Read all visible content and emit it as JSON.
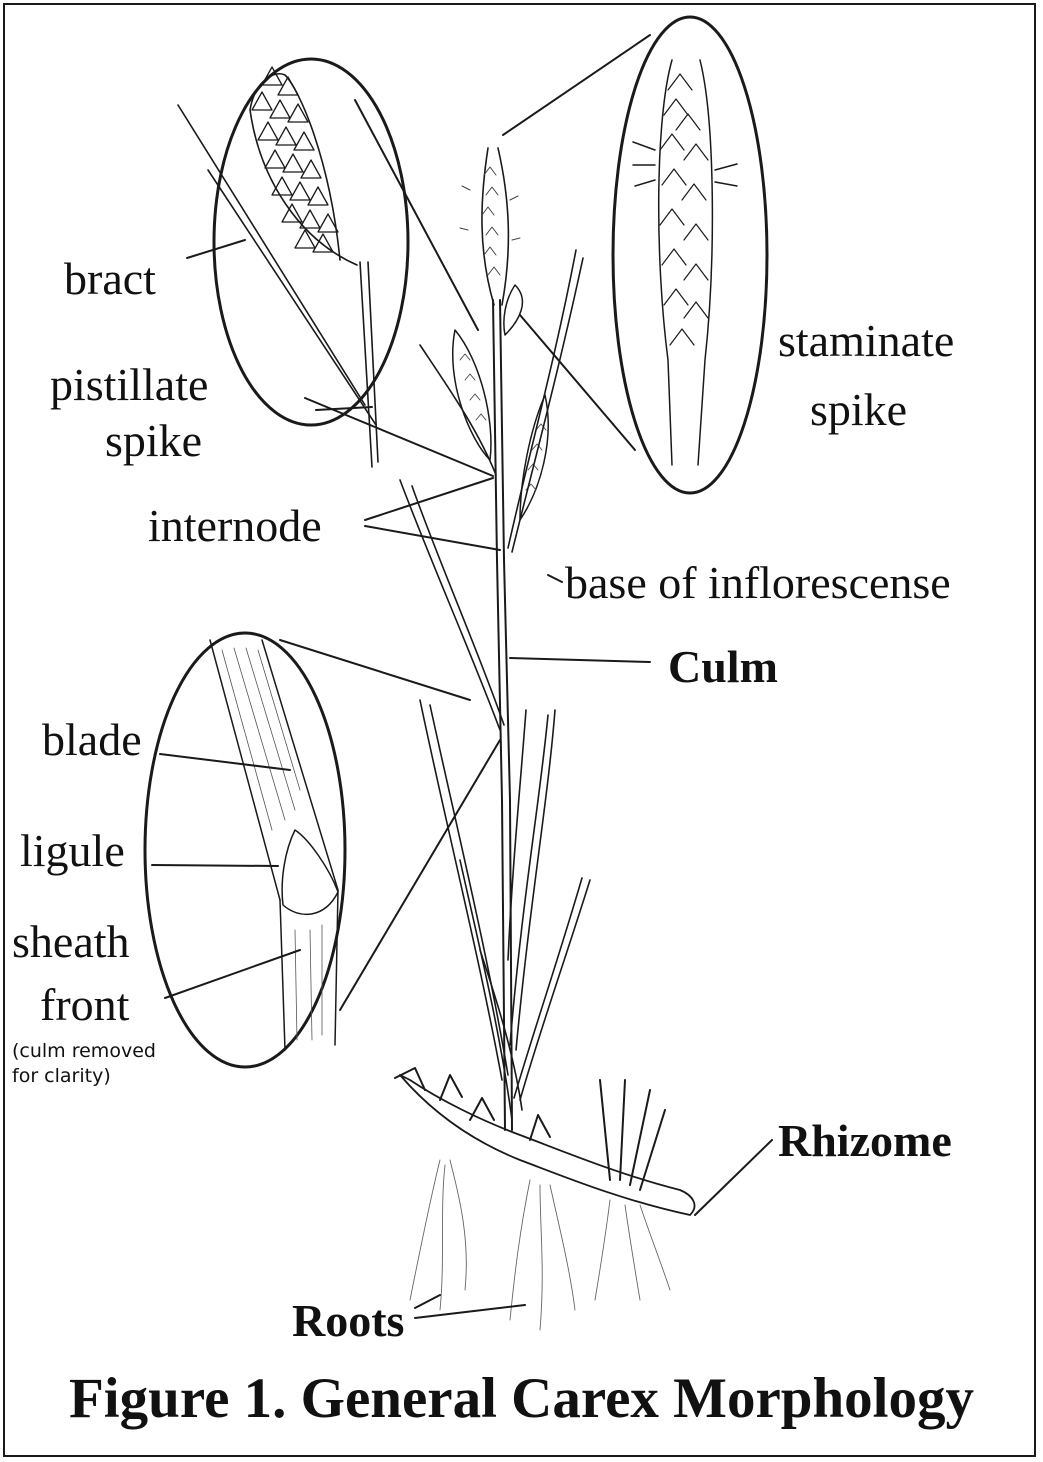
{
  "figure": {
    "title": "Figure 1. General Carex Morphology",
    "labels": {
      "bract": "bract",
      "pistillate_spike": [
        "pistillate",
        "spike"
      ],
      "staminate_spike": [
        "staminate",
        "spike"
      ],
      "internode": "internode",
      "base_of_inflorescense": "base of inflorescense",
      "culm": "Culm",
      "blade": "blade",
      "ligule": "ligule",
      "sheath_front": [
        "sheath",
        "front"
      ],
      "culm_note": [
        "(culm removed",
        "for clarity)"
      ],
      "rhizome": "Rhizome",
      "roots": "Roots"
    }
  }
}
